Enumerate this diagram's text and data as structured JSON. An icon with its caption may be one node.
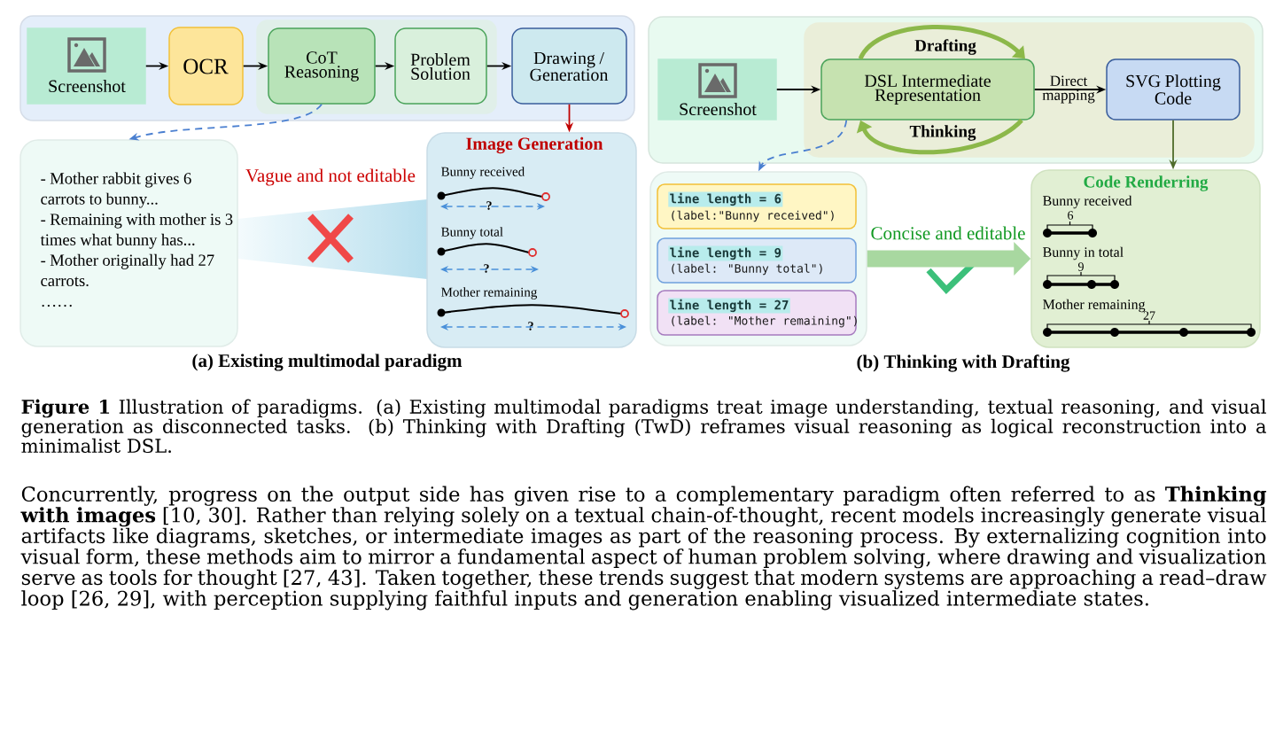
{
  "diagram": {
    "caption": "**Figure 1** Illustration of paradigms. (a) Existing multimodal paradigms treat image understanding, textual reasoning, and visual generation as disconnected tasks. (b) Thinking with Drafting (TwD) reframes visual reasoning as logical reconstruction into a minimalist DSL.",
    "nodes": [
      {
        "text": [],
        "shape": "box"
      },
      {
        "text": [
          "Screenshot"
        ],
        "in": 0
      },
      {
        "text": [
          "OCR"
        ],
        "in": 0
      },
      {
        "text": [],
        "shape": "box",
        "in": 0
      },
      {
        "text": [
          "CoT Reasoning"
        ],
        "in": 3
      },
      {
        "text": [
          "Problem Solution"
        ],
        "in": 3
      },
      {
        "text": [
          "Drawing / Generation"
        ],
        "in": 0
      },
      {
        "text": [
          "- Mother rabbit gives 6 carrots to bunny...",
          "- Remaining with mother is 3 times what bunny has...",
          "- Mother originally had 27 carrots.",
          "……"
        ]
      },
      {
        "text": [
          "Image Generation",
          "Bunny received",
          "?",
          "Bunny total",
          "?",
          "Mother remaining",
          "?"
        ]
      },
      {
        "text": [],
        "shape": "box"
      },
      {
        "text": [
          "Screenshot"
        ],
        "in": 9
      },
      {
        "text": [],
        "shape": "box",
        "in": 9
      },
      {
        "text": [
          "DSL Intermediate Representation"
        ],
        "in": 11
      },
      {
        "text": [
          "SVG Plotting Code"
        ],
        "in": 11
      },
      {
        "text": [],
        "shape": "box"
      },
      {
        "text": [
          "line length = 6",
          "(label:\"Bunny received\")"
        ],
        "in": 14
      },
      {
        "text": [
          "line length = 9",
          "(label: \"Bunny total\")"
        ],
        "in": 14
      },
      {
        "text": [
          "line length = 27",
          "(label: \"Mother remaining\")"
        ],
        "in": 14
      },
      {
        "text": [
          "Code Renderring",
          "Bunny received",
          "6",
          "Bunny in total",
          "9",
          "Mother remaining",
          "27"
        ]
      }
    ],
    "edges": [
      {
        "from": 1,
        "to": 2,
        "arrow": "to"
      },
      {
        "from": 2,
        "to": 4,
        "arrow": "to"
      },
      {
        "from": 4,
        "to": 5,
        "arrow": "to"
      },
      {
        "from": 5,
        "to": 6,
        "arrow": "to"
      },
      {
        "from": 4,
        "to": 7,
        "arrow": "to",
        "style": "dashed",
        "color": "#4a7fd0"
      },
      {
        "from": 6,
        "to": 8,
        "arrow": "to",
        "color": "#c00000"
      },
      {
        "from": 10,
        "to": 12,
        "arrow": "to"
      },
      {
        "from": 12,
        "to": 13,
        "arrow": "to",
        "label": "Direct mapping"
      },
      {
        "from": 12,
        "to": 12,
        "arrow": "to",
        "label": "Drafting",
        "style": "thick",
        "color": "#8cb84a"
      },
      {
        "from": 12,
        "to": 12,
        "arrow": "to",
        "label": "Thinking",
        "style": "thick",
        "color": "#8cb84a"
      },
      {
        "from": 12,
        "to": 14,
        "arrow": "to",
        "style": "dashed",
        "color": "#4a7fd0"
      },
      {
        "from": 13,
        "to": 18,
        "arrow": "to",
        "color": "#4f6b2a"
      },
      {
        "from": 14,
        "to": 18,
        "arrow": "to",
        "label": "Concise and editable",
        "style": "thick",
        "color": "#a8d8a0"
      }
    ],
    "labels": [
      "Vague and not editable",
      "(a) Existing multimodal paradigm",
      "(b) Thinking with Drafting",
      "Concurrently, progress on the output side has given rise to a complementary paradigm often referred to as **Thinking with images** [10, 30]. Rather than relying solely on a textual chain-of-thought, recent models increasingly generate visual artifacts like diagrams, sketches, or intermediate images as part of the reasoning process. By externalizing cognition into visual form, these methods aim to mirror a fundamental aspect of human problem solving, where drawing and visualization serve as tools for thought [27, 43]. Taken together, these trends suggest that modern systems are approaching a read–draw loop [26, 29], with perception supplying faithful inputs and generation enabling visualized intermediate states."
    ]
  }
}
